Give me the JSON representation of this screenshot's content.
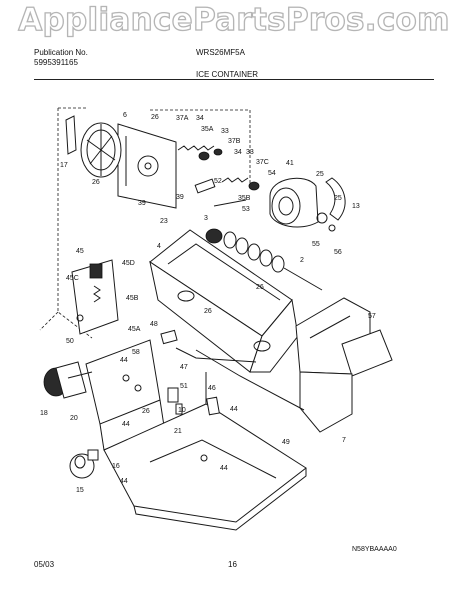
{
  "header": {
    "watermark": "AppliancePartsPros.com",
    "publication_label": "Publication No.",
    "publication_number": "5995391165",
    "model": "WRS26MF5A",
    "section_title": "ICE CONTAINER"
  },
  "diagram": {
    "code": "N58YBAAAA0",
    "callouts": [
      "6",
      "26",
      "37A",
      "34",
      "35A",
      "33",
      "37B",
      "34",
      "33",
      "37C",
      "54",
      "41",
      "25",
      "17",
      "26",
      "39",
      "39",
      "23",
      "52",
      "53",
      "35B",
      "25",
      "13",
      "3",
      "55",
      "56",
      "4",
      "2",
      "45",
      "45D",
      "45C",
      "45B",
      "26",
      "57",
      "45A",
      "50",
      "48",
      "47",
      "26",
      "58",
      "44",
      "46",
      "51",
      "10",
      "18",
      "20",
      "26",
      "44",
      "21",
      "44",
      "49",
      "16",
      "44",
      "15",
      "44",
      "7"
    ]
  },
  "footer": {
    "date": "05/03",
    "page_number": "16"
  }
}
